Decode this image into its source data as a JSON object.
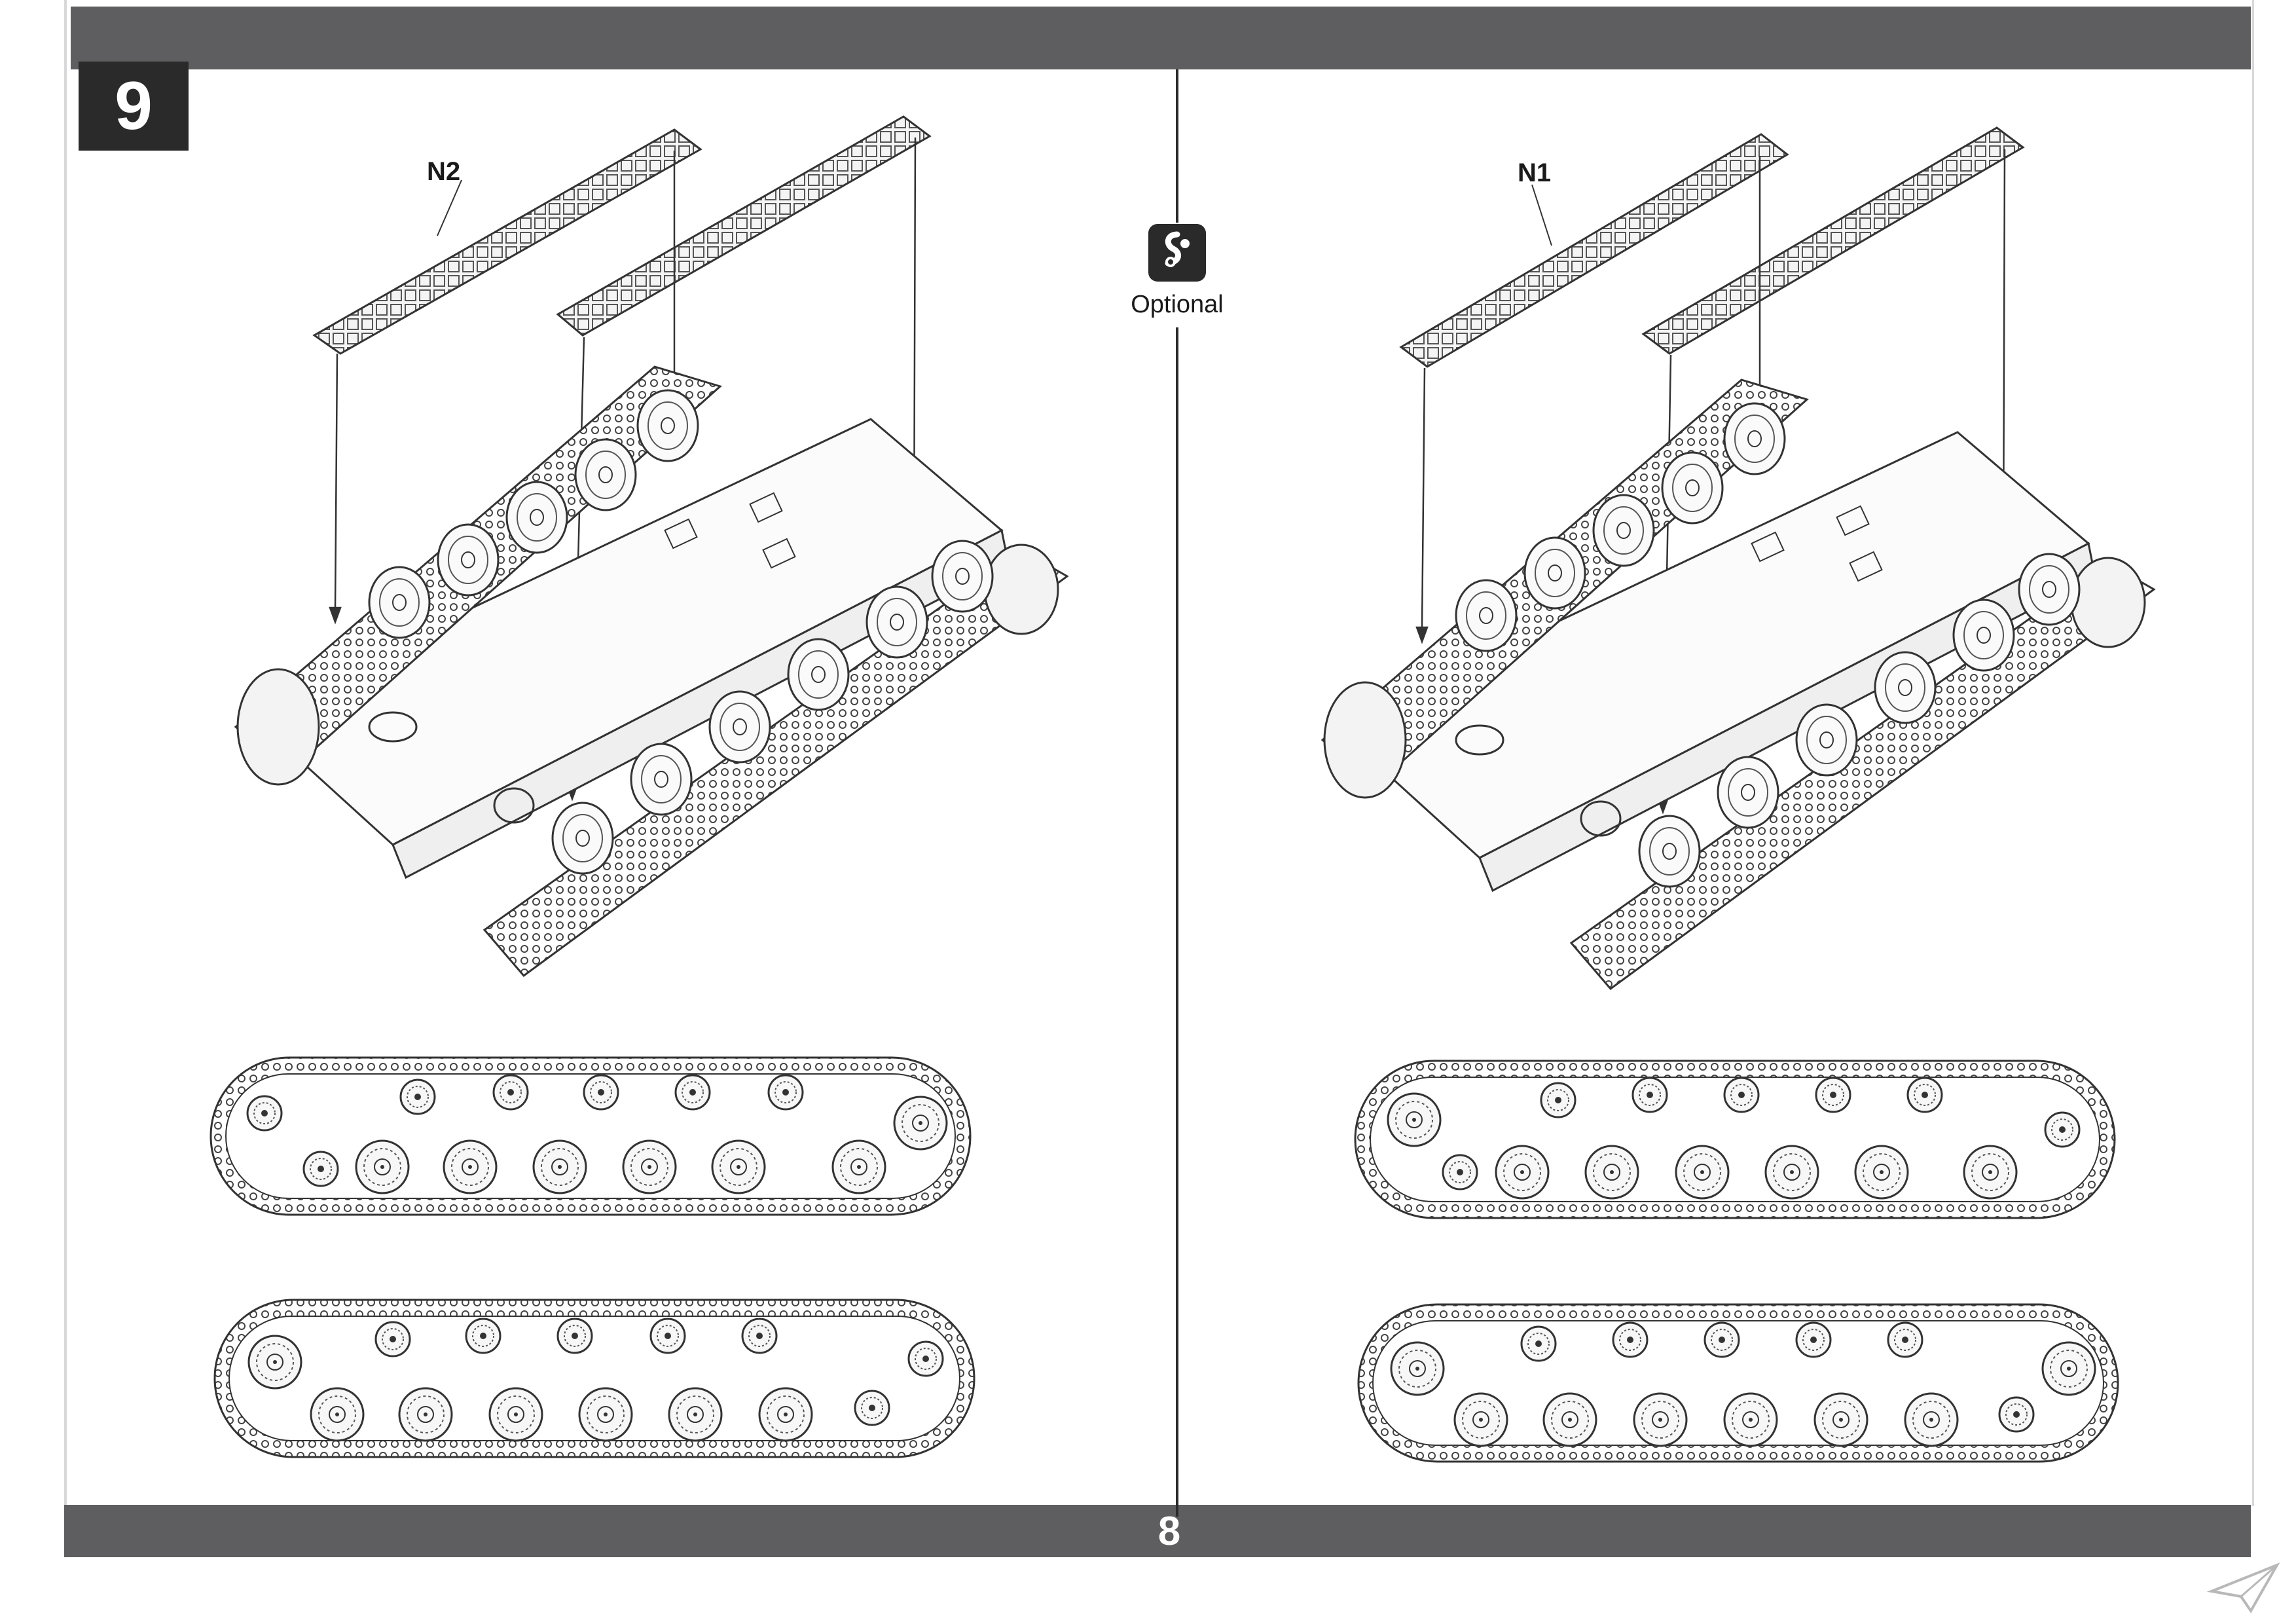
{
  "step": {
    "number": "9"
  },
  "optional": {
    "label": "Optional",
    "icon": "optional-parts-icon"
  },
  "left_panel": {
    "track_part": "N2"
  },
  "right_panel": {
    "track_part": "N1"
  },
  "footer": {
    "page_number": "8"
  },
  "colors": {
    "band": "#5e5e60",
    "step_box": "#2a2a2b",
    "line": "#2a2a2a"
  }
}
